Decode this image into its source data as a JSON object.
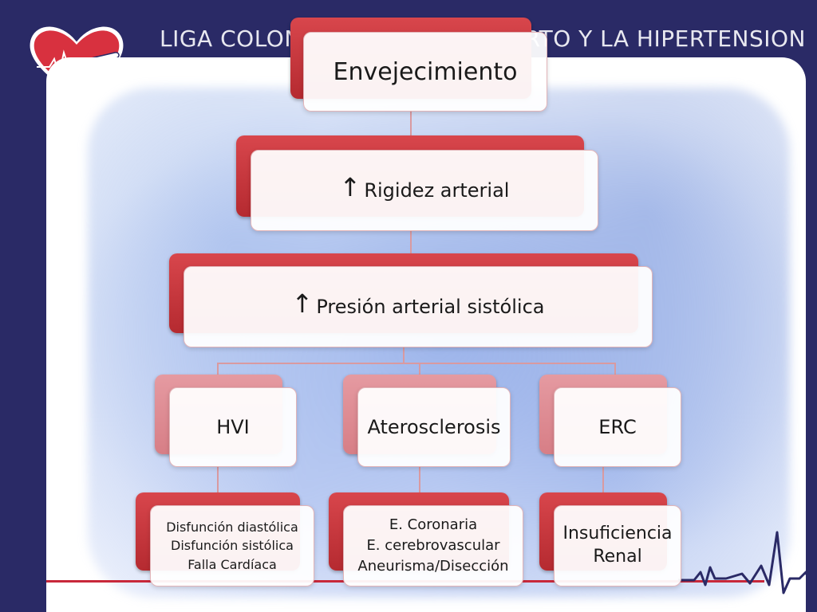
{
  "header": {
    "title_left": "LIGA COLON",
    "title_right": "ARTO Y LA HIPERTENSION"
  },
  "colors": {
    "background": "#2a2a66",
    "accent_red": "#c8283a",
    "box_red": "#c53a40",
    "box_pink": "#e08a92"
  },
  "diagram": {
    "root": {
      "label": "Envejecimiento"
    },
    "level2": {
      "arrow": "↑",
      "label": "Rigidez arterial"
    },
    "level3": {
      "arrow": "↑",
      "label": "Presión arterial sistólica"
    },
    "branches": [
      {
        "label": "HVI",
        "children": [
          "Disfunción diastólica",
          "Disfunción sistólica",
          "Falla Cardíaca"
        ]
      },
      {
        "label": "Aterosclerosis",
        "children": [
          "E. Coronaria",
          "E. cerebrovascular",
          "Aneurisma/Disección"
        ]
      },
      {
        "label": "ERC",
        "children": [
          "Insuficiencia",
          "Renal"
        ]
      }
    ]
  },
  "icons": {
    "logo": "heart-hand-logo-icon",
    "ecg": "ecg-line-icon"
  }
}
